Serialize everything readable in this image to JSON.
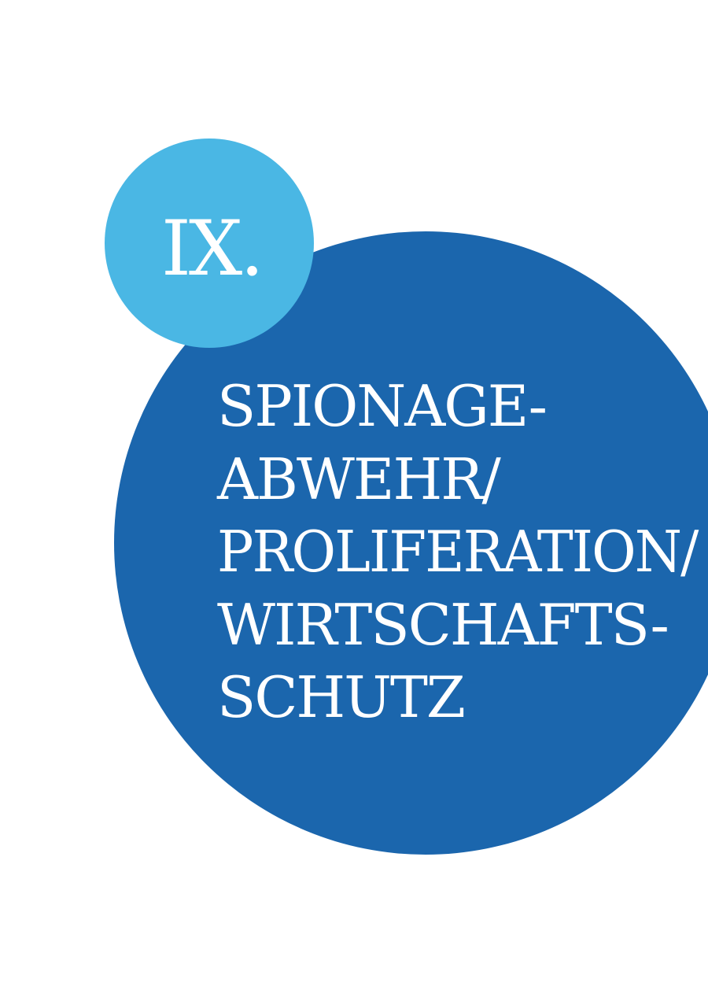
{
  "colors": {
    "dark_blue": "#1b66ad",
    "light_blue": "#4ab7e4",
    "text": "#ffffff",
    "background": "#ffffff"
  },
  "chapter": {
    "numeral": "IX."
  },
  "title": {
    "lines": [
      "SPIONAGE-",
      "ABWEHR/",
      "PROLIFERATION/",
      "WIRTSCHAFTS-",
      "SCHUTZ"
    ]
  }
}
